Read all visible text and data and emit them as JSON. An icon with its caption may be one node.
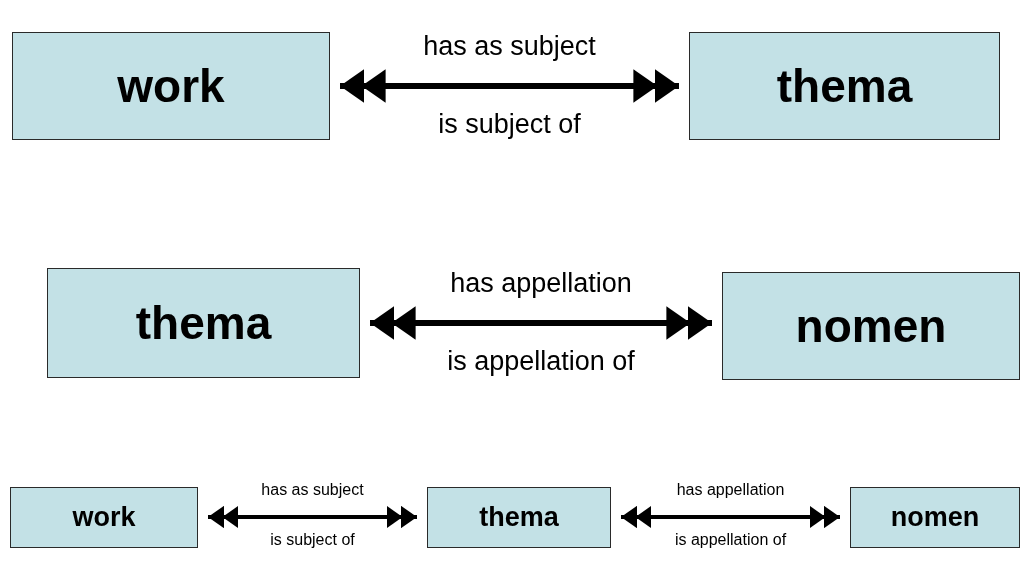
{
  "diagram": {
    "nodes": [
      {
        "text": [
          "work"
        ]
      },
      {
        "text": [
          "thema"
        ]
      },
      {
        "text": [
          "thema"
        ]
      },
      {
        "text": [
          "nomen"
        ]
      },
      {
        "text": [
          "work"
        ]
      },
      {
        "text": [
          "thema"
        ]
      },
      {
        "text": [
          "nomen"
        ]
      }
    ],
    "edges": [
      {
        "from": 0,
        "to": 1,
        "arrow": "both",
        "label": "has as subject"
      },
      {
        "from": 2,
        "to": 3,
        "arrow": "both",
        "label": "has appellation"
      },
      {
        "from": 4,
        "to": 5,
        "arrow": "both",
        "label": "has as subject"
      },
      {
        "from": 5,
        "to": 6,
        "arrow": "both",
        "label": "has appellation"
      }
    ],
    "labels": [
      "is subject of",
      "is appellation of",
      "is subject of",
      "is appellation of"
    ]
  }
}
